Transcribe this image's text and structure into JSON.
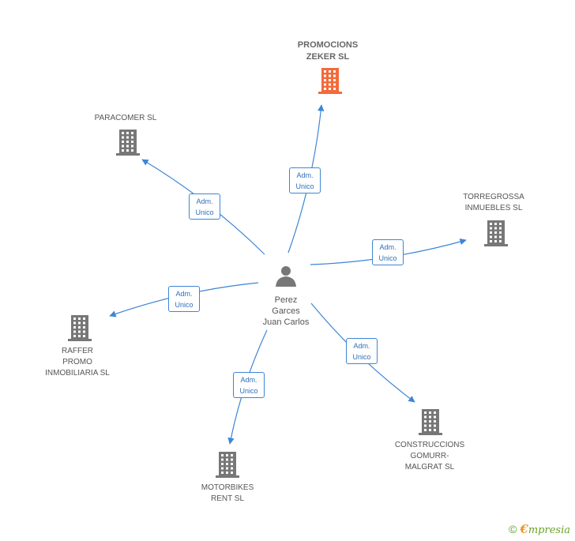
{
  "colors": {
    "edge": "#3d86d6",
    "building": "#777777",
    "highlight": "#f26b3a",
    "person": "#777777"
  },
  "center": {
    "name_lines": [
      "Perez",
      "Garces",
      "Juan Carlos"
    ],
    "icon": "person-icon"
  },
  "companies": [
    {
      "id": "promocions",
      "name_lines": [
        "PROMOCIONS",
        "ZEKER SL"
      ],
      "highlight": true,
      "icon": "building-icon"
    },
    {
      "id": "paracomer",
      "name_lines": [
        "PARACOMER SL"
      ],
      "highlight": false,
      "icon": "building-icon"
    },
    {
      "id": "torregrossa",
      "name_lines": [
        "TORREGROSSA",
        "INMUEBLES SL"
      ],
      "highlight": false,
      "icon": "building-icon"
    },
    {
      "id": "raffer",
      "name_lines": [
        "RAFFER",
        "PROMO",
        "INMOBILIARIA SL"
      ],
      "highlight": false,
      "icon": "building-icon"
    },
    {
      "id": "construccions",
      "name_lines": [
        "CONSTRUCCIONS",
        "GOMURR-",
        "MALGRAT  SL"
      ],
      "highlight": false,
      "icon": "building-icon"
    },
    {
      "id": "motorbikes",
      "name_lines": [
        "MOTORBIKES",
        "RENT SL"
      ],
      "highlight": false,
      "icon": "building-icon"
    }
  ],
  "edges": [
    {
      "to": "promocions",
      "label_lines": [
        "Adm.",
        "Unico"
      ]
    },
    {
      "to": "paracomer",
      "label_lines": [
        "Adm.",
        "Unico"
      ]
    },
    {
      "to": "torregrossa",
      "label_lines": [
        "Adm.",
        "Unico"
      ]
    },
    {
      "to": "raffer",
      "label_lines": [
        "Adm.",
        "Unico"
      ]
    },
    {
      "to": "construccions",
      "label_lines": [
        "Adm.",
        "Unico"
      ]
    },
    {
      "to": "motorbikes",
      "label_lines": [
        "Adm.",
        "Unico"
      ]
    }
  ],
  "footer": {
    "copyright": "©",
    "brand_initial": "€",
    "brand_rest": "mpresia"
  }
}
